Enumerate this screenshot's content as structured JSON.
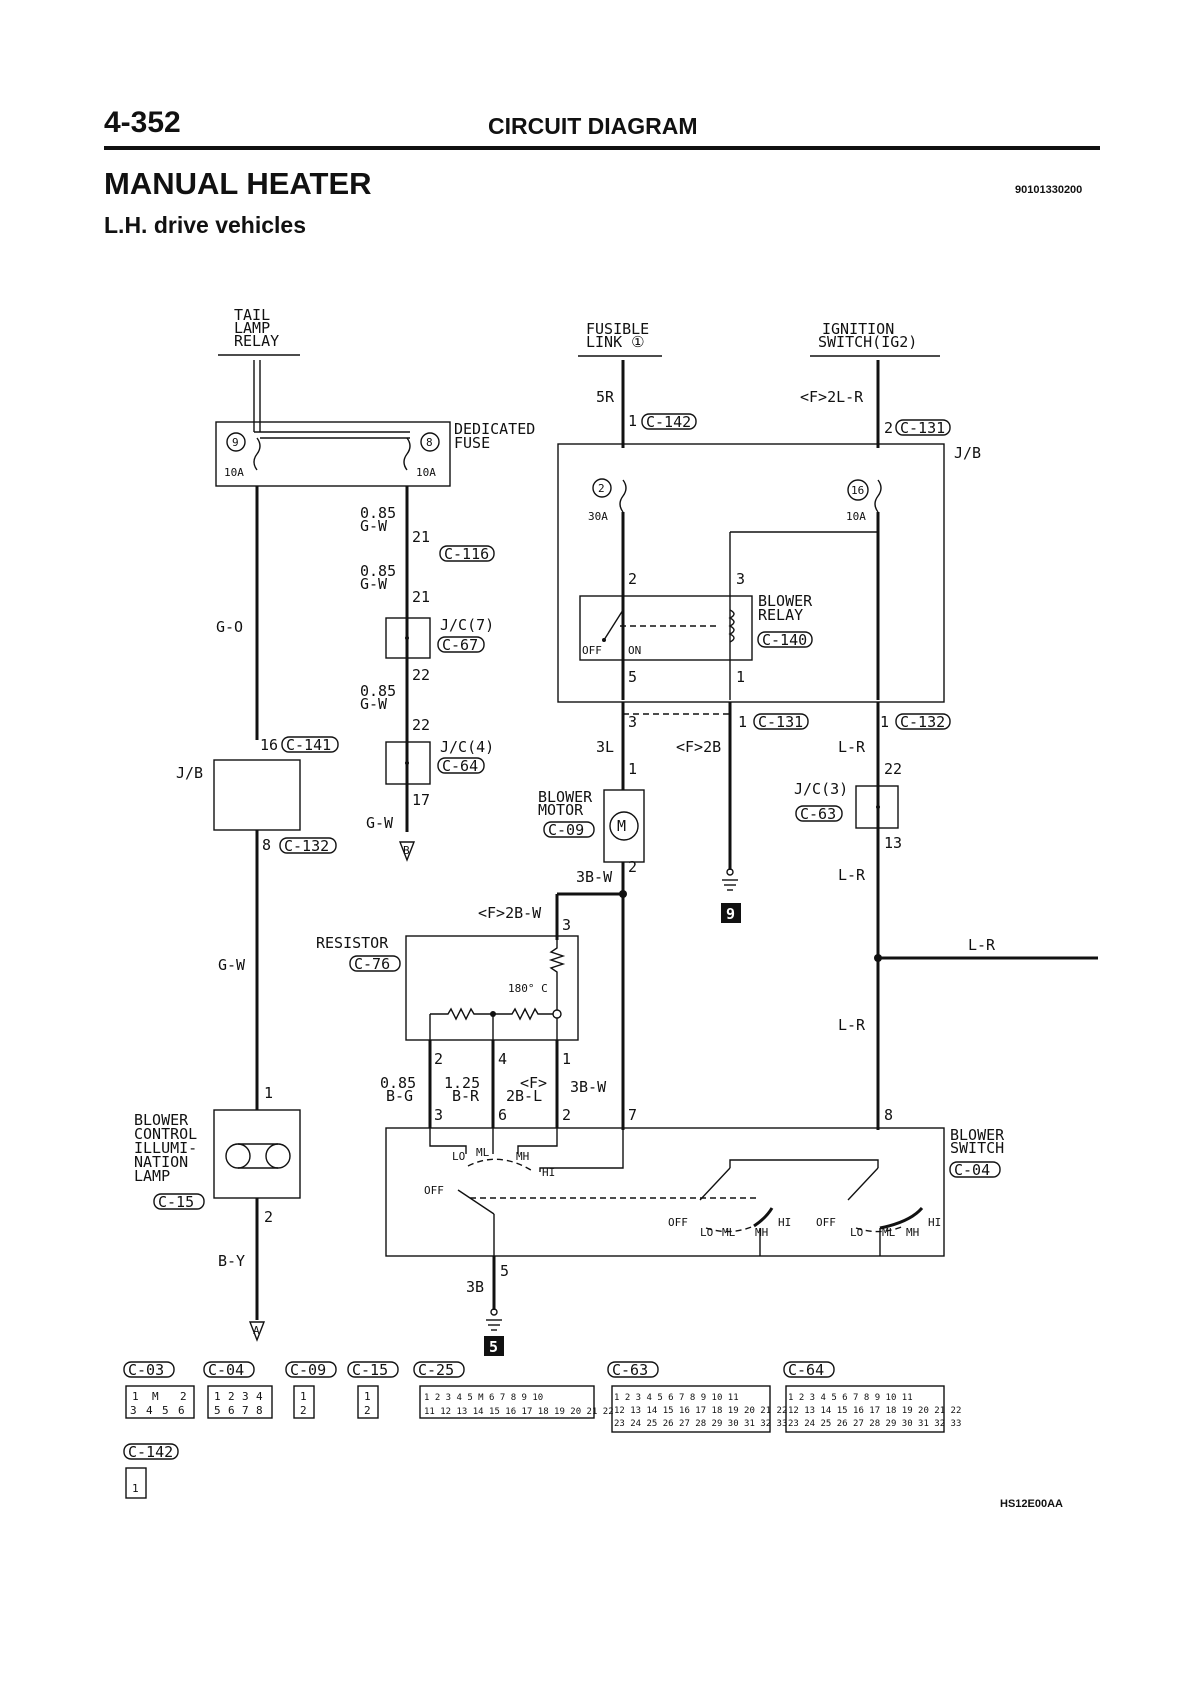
{
  "header": {
    "page_number": "4-352",
    "section": "CIRCUIT DIAGRAM",
    "title": "MANUAL HEATER",
    "doc_code": "90101330200",
    "subtitle": "L.H. drive vehicles",
    "figure_code": "HS12E00AA"
  },
  "sources": {
    "tail_lamp_relay": [
      "TAIL",
      "LAMP",
      "RELAY"
    ],
    "fusible_link": [
      "FUSIBLE",
      "LINK ①"
    ],
    "ignition_switch": [
      "IGNITION",
      "SWITCH(IG2)"
    ]
  },
  "components": {
    "dedicated_fuse": [
      "DEDICATED",
      "FUSE"
    ],
    "jb": "J/B",
    "blower_relay": [
      "BLOWER",
      "RELAY"
    ],
    "blower_motor": [
      "BLOWER",
      "MOTOR"
    ],
    "resistor": "RESISTOR",
    "blower_control_lamp": [
      "BLOWER",
      "CONTROL",
      "ILLUMI-",
      "NATION",
      "LAMP"
    ],
    "blower_switch": [
      "BLOWER",
      "SWITCH"
    ],
    "jc7": "J/C(7)",
    "jc4": "J/C(4)",
    "jc3": "J/C(3)"
  },
  "fuses": {
    "f9": "9",
    "f8": "8",
    "f2": "2",
    "f16": "16",
    "r10a_left": "10A",
    "r10a_right": "10A",
    "r30a": "30A",
    "r10a_ig": "10A"
  },
  "connectors": {
    "c142": "C-142",
    "c131": "C-131",
    "c116": "C-116",
    "c67": "C-67",
    "c140": "C-140",
    "c141": "C-141",
    "c64": "C-64",
    "c132": "C-132",
    "c63": "C-63",
    "c09": "C-09",
    "c76": "C-76",
    "c04": "C-04",
    "c15": "C-15",
    "c03": "C-03",
    "c25": "C-25"
  },
  "wires": {
    "w5r": "5R",
    "wf2lr": "<F>2L-R",
    "wgo": "G-O",
    "wgw": "G-W",
    "w085": "0.85",
    "w3l": "3L",
    "wf2b": "<F>2B",
    "wlr": "L-R",
    "w3bw": "3B-W",
    "wf2bw": "<F>2B-W",
    "wby": "B-Y",
    "w3b": "3B",
    "wbg": "B-G",
    "w125": "1.25",
    "wbr": "B-R",
    "wf": "<F>",
    "w2bl": "2B-L"
  },
  "pins": {
    "p1": "1",
    "p2": "2",
    "p3": "3",
    "p4": "4",
    "p5": "5",
    "p6": "6",
    "p7": "7",
    "p8": "8",
    "p13": "13",
    "p16": "16",
    "p17": "17",
    "p21": "21",
    "p22": "22"
  },
  "switch_positions": {
    "off": "OFF",
    "on": "ON",
    "lo": "LO",
    "ml": "ML",
    "mh": "MH",
    "hi": "HI"
  },
  "temperature": "180° C",
  "grounds": {
    "g9": "9",
    "g5": "5"
  },
  "terminals": {
    "ta": "A",
    "tb": "B"
  },
  "connector_faces": {
    "c03_row1": [
      "1",
      "M",
      "2"
    ],
    "c03_row2": [
      "3",
      "4",
      "5",
      "6"
    ],
    "c04_row1": [
      "1",
      "2",
      "3",
      "4"
    ],
    "c04_row2": [
      "5",
      "6",
      "7",
      "8"
    ],
    "c09_pins": [
      "1",
      "2"
    ],
    "c15_pins": [
      "1",
      "2"
    ],
    "c25_row1": [
      "1",
      "2",
      "3",
      "4",
      "5",
      "M",
      "6",
      "7",
      "8",
      "9",
      "10"
    ],
    "c25_row2": [
      "11",
      "12",
      "13",
      "14",
      "15",
      "16",
      "17",
      "18",
      "19",
      "20",
      "21",
      "22"
    ],
    "jc_row1": [
      "1",
      "2",
      "3",
      "4",
      "5",
      "6",
      "7",
      "8",
      "9",
      "10",
      "11"
    ],
    "jc_row2": [
      "12",
      "13",
      "14",
      "15",
      "16",
      "17",
      "18",
      "19",
      "20",
      "21",
      "22"
    ],
    "jc_row3": [
      "23",
      "24",
      "25",
      "26",
      "27",
      "28",
      "29",
      "30",
      "31",
      "32",
      "33"
    ],
    "c142_pin": "1"
  }
}
